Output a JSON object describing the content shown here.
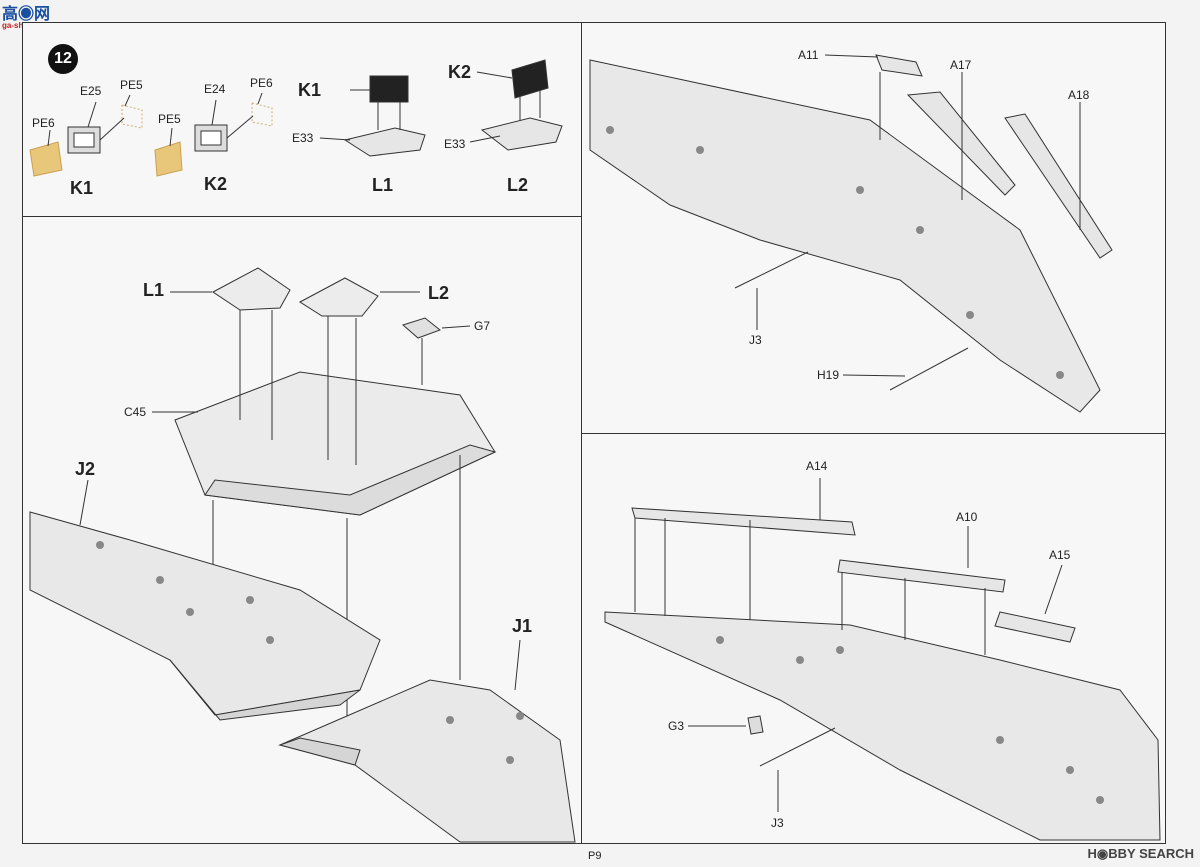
{
  "logo": {
    "glyph": "高◉网",
    "site": "ga-shou.com"
  },
  "step_number": "12",
  "subassembly_captions": [
    "K1",
    "K2",
    "L1",
    "L2"
  ],
  "callouts_small": {
    "e25": "E25",
    "pe5a": "PE5",
    "pe6a": "PE6",
    "e24": "E24",
    "pe5b": "PE5",
    "pe6b": "PE6",
    "k1_part": "K1",
    "e33a": "E33",
    "k2_part": "K2",
    "e33b": "E33"
  },
  "callouts_center": {
    "l1": "L1",
    "l2": "L2",
    "g7": "G7",
    "c45": "C45",
    "j2": "J2",
    "j1": "J1"
  },
  "callouts_right_top": {
    "a11": "A11",
    "a17": "A17",
    "a18": "A18",
    "j3": "J3",
    "h19": "H19"
  },
  "callouts_right_bottom": {
    "a14": "A14",
    "a10": "A10",
    "a15": "A15",
    "g3": "G3",
    "j3": "J3"
  },
  "page_number": "P9",
  "watermark": "H◉BBY SEARCH",
  "colors": {
    "photoetch": "#e9c77a",
    "line": "#333333",
    "panel_bg": "#f7f7f7"
  }
}
